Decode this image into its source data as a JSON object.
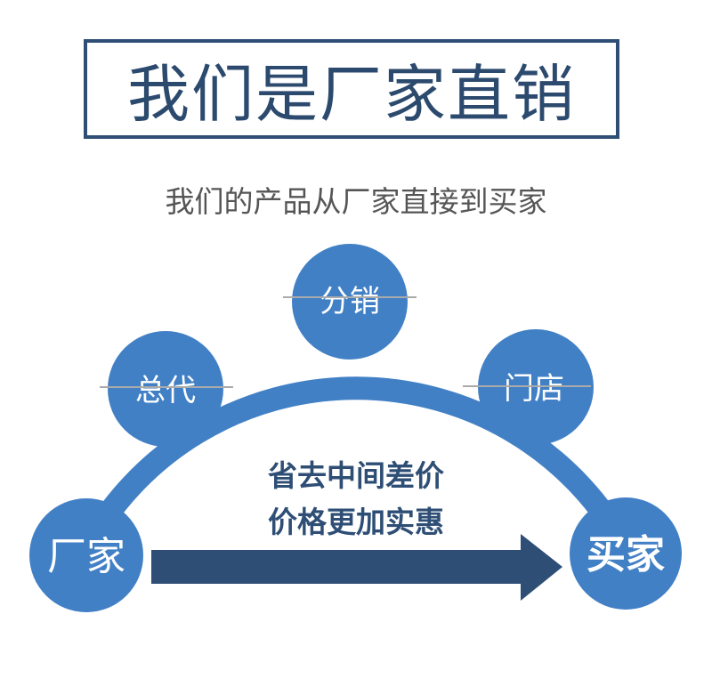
{
  "title": "我们是厂家直销",
  "subtitle": "我们的产品从厂家直接到买家",
  "nodes": {
    "factory": "厂家",
    "agent": "总代",
    "distributor": "分销",
    "store": "门店",
    "buyer": "买家"
  },
  "middle": {
    "line1": "省去中间差价",
    "line2": "价格更加实惠"
  },
  "colors": {
    "circle": "#4280c6",
    "arrow": "#2e4e75",
    "title": "#2c4a6e"
  }
}
